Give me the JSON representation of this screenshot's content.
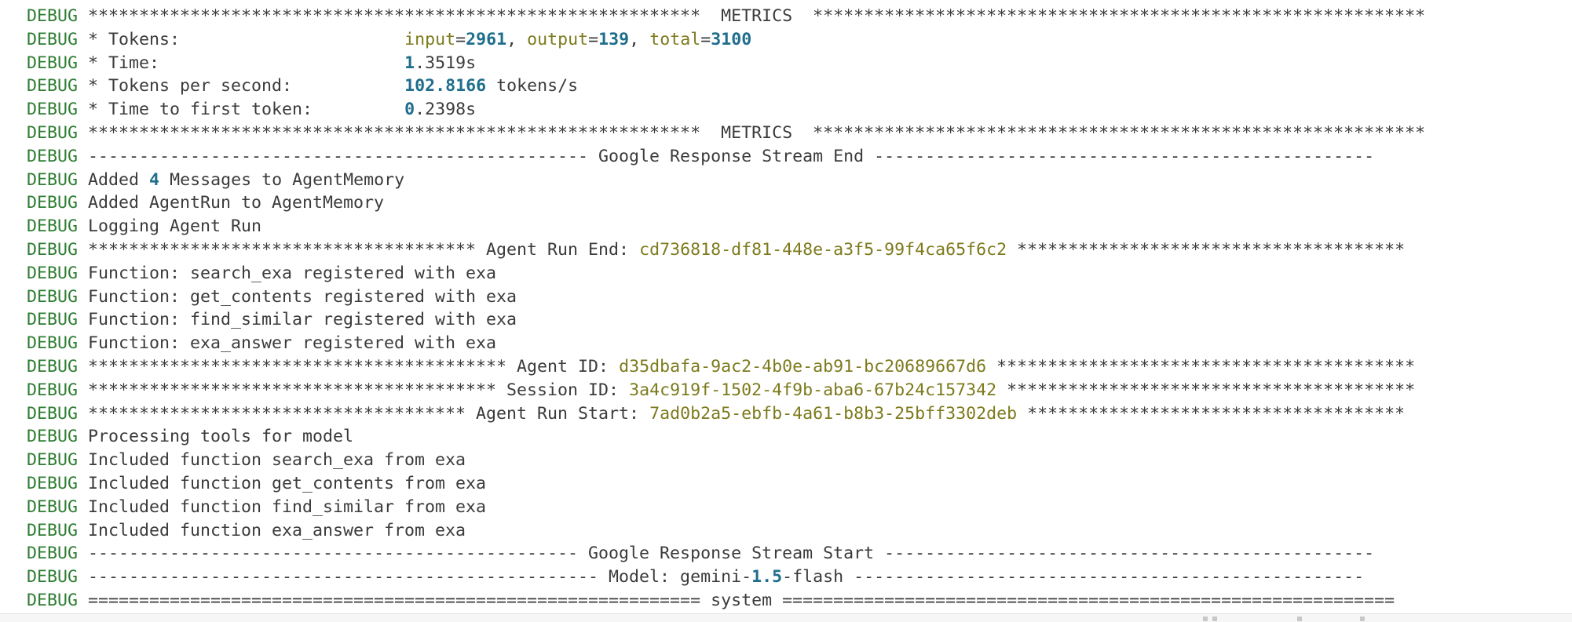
{
  "log": {
    "level": "DEBUG",
    "lines": [
      {
        "segments": [
          {
            "t": "************************************************************  METRICS  ************************************************************",
            "c": ""
          }
        ]
      },
      {
        "segments": [
          {
            "t": "* Tokens:                      ",
            "c": ""
          },
          {
            "t": "input",
            "c": "key"
          },
          {
            "t": "=",
            "c": ""
          },
          {
            "t": "2961",
            "c": "num"
          },
          {
            "t": ", ",
            "c": ""
          },
          {
            "t": "output",
            "c": "key"
          },
          {
            "t": "=",
            "c": ""
          },
          {
            "t": "139",
            "c": "num"
          },
          {
            "t": ", ",
            "c": ""
          },
          {
            "t": "total",
            "c": "key"
          },
          {
            "t": "=",
            "c": ""
          },
          {
            "t": "3100",
            "c": "num"
          }
        ]
      },
      {
        "segments": [
          {
            "t": "* Time:                        ",
            "c": ""
          },
          {
            "t": "1",
            "c": "num"
          },
          {
            "t": ".3519s",
            "c": ""
          }
        ]
      },
      {
        "segments": [
          {
            "t": "* Tokens per second:           ",
            "c": ""
          },
          {
            "t": "102.8166",
            "c": "num"
          },
          {
            "t": " tokens/s",
            "c": ""
          }
        ]
      },
      {
        "segments": [
          {
            "t": "* Time to first token:         ",
            "c": ""
          },
          {
            "t": "0",
            "c": "num"
          },
          {
            "t": ".2398s",
            "c": ""
          }
        ]
      },
      {
        "segments": [
          {
            "t": "************************************************************  METRICS  ************************************************************",
            "c": ""
          }
        ]
      },
      {
        "segments": [
          {
            "t": "------------------------------------------------- Google Response Stream End -------------------------------------------------",
            "c": ""
          }
        ]
      },
      {
        "segments": [
          {
            "t": "Added ",
            "c": ""
          },
          {
            "t": "4",
            "c": "num"
          },
          {
            "t": " Messages to AgentMemory",
            "c": ""
          }
        ]
      },
      {
        "segments": [
          {
            "t": "Added AgentRun to AgentMemory",
            "c": ""
          }
        ]
      },
      {
        "segments": [
          {
            "t": "Logging Agent Run",
            "c": ""
          }
        ]
      },
      {
        "segments": [
          {
            "t": "************************************** Agent Run End: ",
            "c": ""
          },
          {
            "t": "cd736818-df81-448e-a3f5-99f4ca65f6c2",
            "c": "id"
          },
          {
            "t": " **************************************",
            "c": ""
          }
        ]
      },
      {
        "segments": [
          {
            "t": "Function: search_exa registered with exa",
            "c": ""
          }
        ]
      },
      {
        "segments": [
          {
            "t": "Function: get_contents registered with exa",
            "c": ""
          }
        ]
      },
      {
        "segments": [
          {
            "t": "Function: find_similar registered with exa",
            "c": ""
          }
        ]
      },
      {
        "segments": [
          {
            "t": "Function: exa_answer registered with exa",
            "c": ""
          }
        ]
      },
      {
        "segments": [
          {
            "t": "***************************************** Agent ID: ",
            "c": ""
          },
          {
            "t": "d35dbafa-9ac2-4b0e-ab91-bc20689667d6",
            "c": "id"
          },
          {
            "t": " *****************************************",
            "c": ""
          }
        ]
      },
      {
        "segments": [
          {
            "t": "**************************************** Session ID: ",
            "c": ""
          },
          {
            "t": "3a4c919f-1502-4f9b-aba6-67b24c157342",
            "c": "id"
          },
          {
            "t": " ****************************************",
            "c": ""
          }
        ]
      },
      {
        "segments": [
          {
            "t": "************************************* Agent Run Start: ",
            "c": ""
          },
          {
            "t": "7ad0b2a5-ebfb-4a61-b8b3-25bff3302deb",
            "c": "id"
          },
          {
            "t": " *************************************",
            "c": ""
          }
        ]
      },
      {
        "segments": [
          {
            "t": "Processing tools for model",
            "c": ""
          }
        ]
      },
      {
        "segments": [
          {
            "t": "Included function search_exa from exa",
            "c": ""
          }
        ]
      },
      {
        "segments": [
          {
            "t": "Included function get_contents from exa",
            "c": ""
          }
        ]
      },
      {
        "segments": [
          {
            "t": "Included function find_similar from exa",
            "c": ""
          }
        ]
      },
      {
        "segments": [
          {
            "t": "Included function exa_answer from exa",
            "c": ""
          }
        ]
      },
      {
        "segments": [
          {
            "t": "------------------------------------------------ Google Response Stream Start ------------------------------------------------",
            "c": ""
          }
        ]
      },
      {
        "segments": [
          {
            "t": "-------------------------------------------------- Model: gemini-",
            "c": ""
          },
          {
            "t": "1.5",
            "c": "num"
          },
          {
            "t": "-flash --------------------------------------------------",
            "c": ""
          }
        ]
      },
      {
        "segments": [
          {
            "t": "============================================================ system ============================================================",
            "c": ""
          }
        ]
      }
    ]
  }
}
